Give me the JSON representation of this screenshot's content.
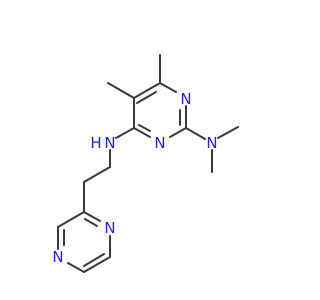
{
  "molecule": {
    "atoms": {
      "n_pyrimidine_top": "N",
      "n_pyrimidine_bottom": "N",
      "n_dimethylamino": "N",
      "n_amine": "N",
      "h_amine": "H",
      "n_pyrazine_top": "N",
      "n_pyrazine_bottom": "N"
    }
  }
}
